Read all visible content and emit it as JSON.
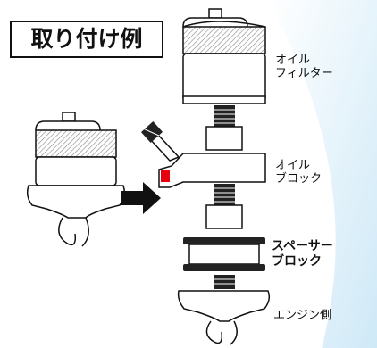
{
  "title": "取り付け例",
  "labels": {
    "oil_filter": "オイル\nフィルター",
    "oil_block": "オイル\nブロック",
    "spacer_block": "スペーサー\nブロック",
    "engine_side": "エンジン側"
  },
  "colors": {
    "accent_blue": "#cfe9f7",
    "red_marker": "#e60012",
    "outline": "#111111"
  },
  "icons": [
    "filter-hatch-pattern",
    "arrow-right-icon"
  ]
}
